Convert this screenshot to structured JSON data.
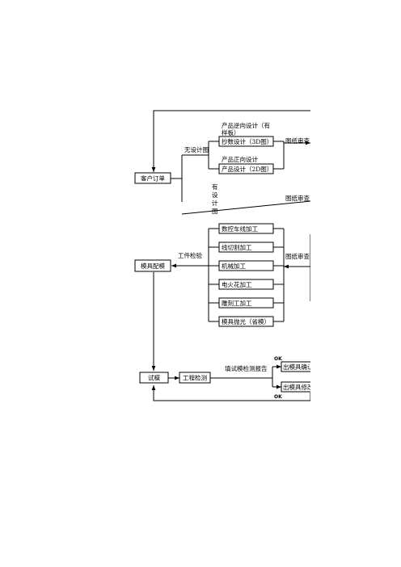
{
  "boxes": {
    "customer_order": "客户订单",
    "copy_design": "抄数设计（3D图）",
    "forward_design": "产品设计（2D图）",
    "cnc_lathe": "数控车线加工",
    "wire_cut": "线切割加工",
    "machining": "机械加工",
    "edm": "电火花加工",
    "engraving": "雕刻工加工",
    "polishing": "模具抛光（省模）",
    "mold_assembly": "模具配模",
    "trial_mold": "试模",
    "engineering_check": "工程检测",
    "mold_out_1": "出模具确认",
    "mold_out_2": "出模具修改"
  },
  "labels": {
    "reverse_design_line1": "产品逆向设计（有",
    "reverse_design_line2": "样板）",
    "forward_design_title": "产品正向设计",
    "no_drawing": "无设计图",
    "has_drawing": [
      "有",
      "设",
      "计",
      "图"
    ],
    "drawing_review_1": "图纸审查",
    "drawing_review_2": "图纸审查",
    "drawing_review_3": "图纸审查",
    "part_inspection": "工件检验",
    "trial_report": "填试模检测报告",
    "ok_top": "OK",
    "ok_bottom": "OK"
  }
}
